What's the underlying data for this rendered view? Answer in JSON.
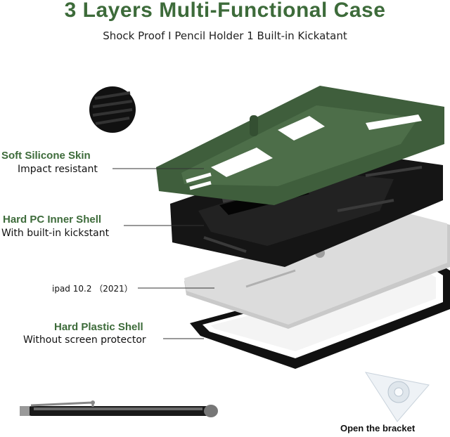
{
  "title": "3 Layers Multi-Functional Case",
  "subtitle": "Shock Proof I Pencil Holder 1 Built-in Kickatant",
  "layers": {
    "silicone": {
      "name": "Soft Silicone Skin",
      "desc": "Impact resistant"
    },
    "pc": {
      "name": "Hard PC Inner Shell",
      "desc": "With built-in kickstant"
    },
    "ipad": {
      "label": "ipad 10.2 （2021）"
    },
    "plastic": {
      "name": "Hard Plastic Shell",
      "desc": "Without screen protector"
    }
  },
  "bracket_caption": "Open the bracket",
  "colors": {
    "green": "#3d6b3a",
    "case_green": "#3f5e3c",
    "black": "#151515",
    "silver": "#d6d6d6"
  }
}
